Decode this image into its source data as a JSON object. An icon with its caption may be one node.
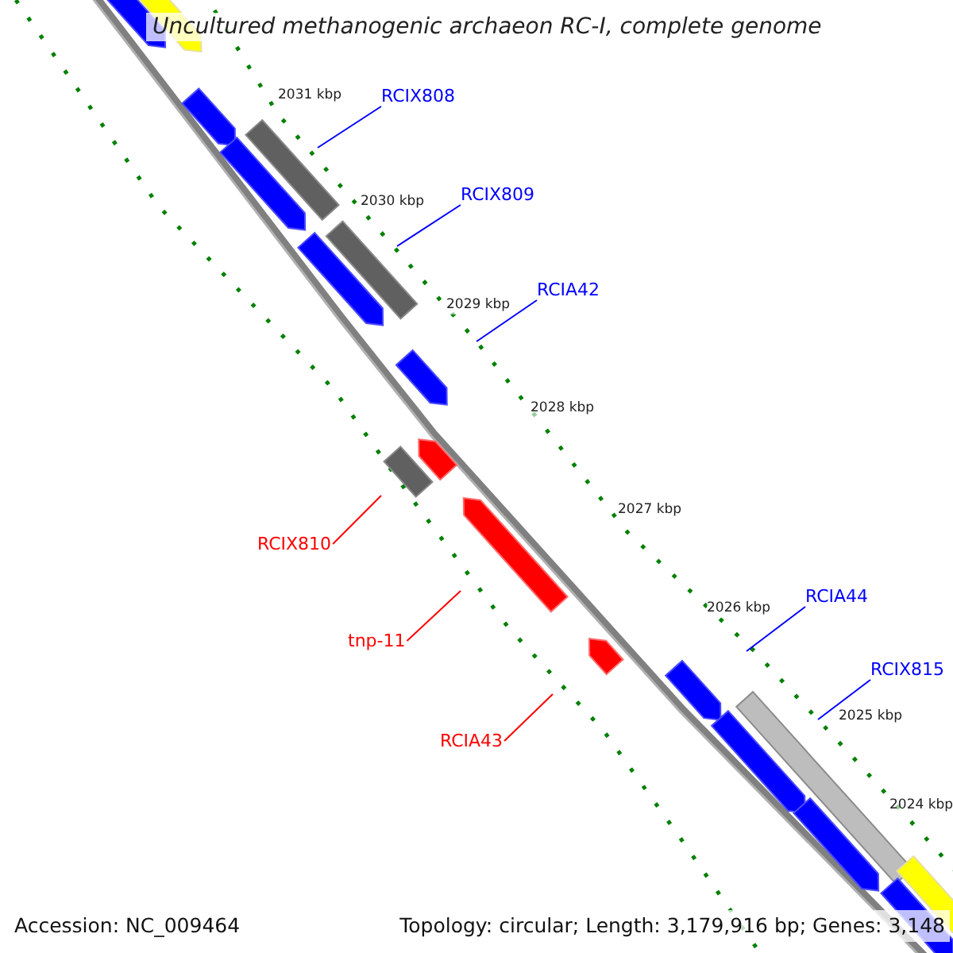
{
  "diagram": {
    "title": "Uncultured methanogenic archaeon RC-I, complete genome",
    "nodes": [
      {
        "text": [
          "RCIX808"
        ]
      },
      {
        "text": [
          "RCIX809"
        ]
      },
      {
        "text": [
          "RCIA42"
        ]
      },
      {
        "text": [
          "RCIX810"
        ]
      },
      {
        "text": [
          "tnp-11"
        ]
      },
      {
        "text": [
          "RCIA43"
        ]
      },
      {
        "text": [
          "RCIA44"
        ]
      },
      {
        "text": [
          "RCIX815"
        ]
      }
    ],
    "edges": [
      {
        "from": 0,
        "to": null,
        "arrow": "none"
      },
      {
        "from": 1,
        "to": null,
        "arrow": "none"
      },
      {
        "from": 2,
        "to": null,
        "arrow": "none"
      },
      {
        "from": 3,
        "to": null,
        "arrow": "none",
        "color": "#ff0000"
      },
      {
        "from": 4,
        "to": null,
        "arrow": "none",
        "color": "#ff0000"
      },
      {
        "from": 5,
        "to": null,
        "arrow": "none",
        "color": "#ff0000"
      },
      {
        "from": 6,
        "to": null,
        "arrow": "none"
      },
      {
        "from": 7,
        "to": null,
        "arrow": "none"
      }
    ],
    "labels": [
      "2031 kbp",
      "2030 kbp",
      "2029 kbp",
      "2028 kbp",
      "2027 kbp",
      "2026 kbp",
      "2025 kbp",
      "2024 kbp",
      "Accession: NC_009464",
      "Topology: circular; Length: 3,179,916 bp; Genes: 3,148"
    ]
  }
}
